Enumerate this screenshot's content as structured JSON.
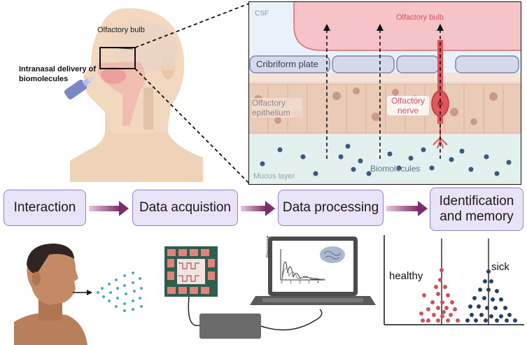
{
  "head": {
    "bulb_label": "Olfactory bulb",
    "delivery_label": "Intranasal delivery of biomolecules"
  },
  "inset": {
    "csf": "CSF",
    "olfactory_bulb": "Olfactory bulb",
    "cribriform_plate": "Cribriform plate",
    "epithelium": "Olfactory epithelium",
    "nerve": "Olfactory nerve",
    "mucus": "Mucus layer",
    "biomolecules": "Biomolecules"
  },
  "steps": [
    {
      "label": "Interaction"
    },
    {
      "label": "Data acquistion"
    },
    {
      "label": "Data processing"
    },
    {
      "label": "Identification and memory"
    }
  ],
  "laptop": {
    "ylabel": "Response",
    "xticks": [
      "0",
      "1",
      "2",
      "3",
      "4"
    ]
  },
  "chart": {
    "group1": "healthy",
    "group2": "sick"
  },
  "colors": {
    "step_fill": "#e8e3f6",
    "step_border": "#8f83c6",
    "arrow": "#8a3d7a",
    "healthy": "#c9545a",
    "sick": "#24406b"
  }
}
